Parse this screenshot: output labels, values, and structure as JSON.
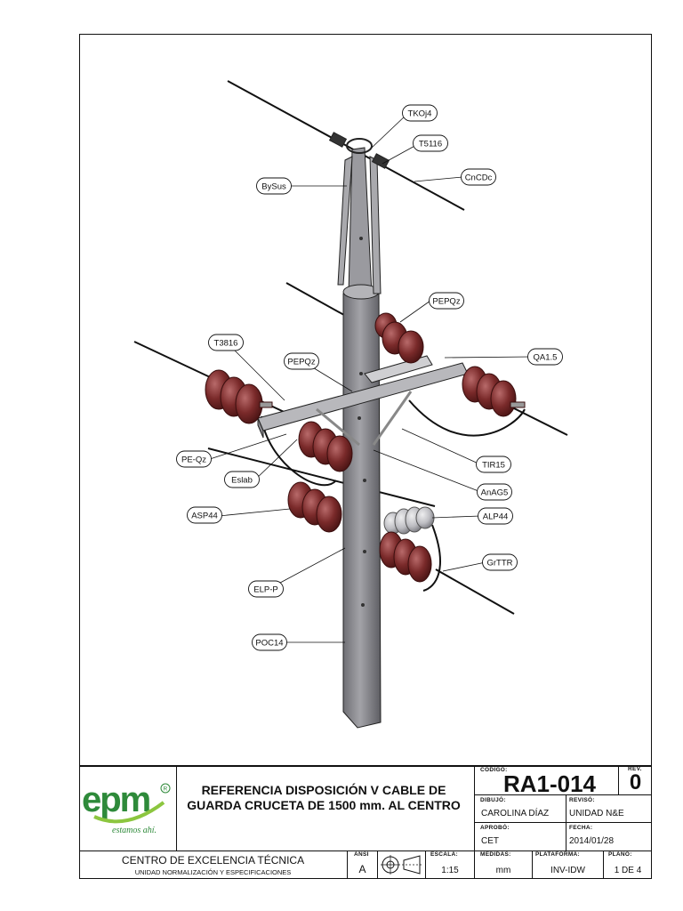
{
  "colors": {
    "insulator": "#7a2a2a",
    "insulator_hi": "#b05858",
    "polymer": "#c9c9cc",
    "pole": "#8e8e92",
    "steel": "#b8b8bc",
    "brand_green": "#2e8a3a"
  },
  "callouts": [
    {
      "id": "tkoj4",
      "text": "TKOj4"
    },
    {
      "id": "t5116",
      "text": "T5116"
    },
    {
      "id": "bysus",
      "text": "BySus"
    },
    {
      "id": "cncdc",
      "text": "CnCDc"
    },
    {
      "id": "pepqz1",
      "text": "PEPQz"
    },
    {
      "id": "t3816",
      "text": "T3816"
    },
    {
      "id": "pepqz2",
      "text": "PEPQz"
    },
    {
      "id": "qa15",
      "text": "QA1.5"
    },
    {
      "id": "peqz",
      "text": "PE-Qz"
    },
    {
      "id": "tir15",
      "text": "TIR15"
    },
    {
      "id": "eslab",
      "text": "Eslab"
    },
    {
      "id": "anag5",
      "text": "AnAG5"
    },
    {
      "id": "asp44",
      "text": "ASP44"
    },
    {
      "id": "alp44",
      "text": "ALP44"
    },
    {
      "id": "grttr",
      "text": "GrTTR"
    },
    {
      "id": "elpp",
      "text": "ELP-P"
    },
    {
      "id": "poc14",
      "text": "POC14"
    }
  ],
  "logo": {
    "icon": "epm-logo-icon",
    "brand": "epm",
    "registered": "R",
    "tagline": "estamos ahí."
  },
  "title_block": {
    "title": "REFERENCIA DISPOSICIÓN V CABLE DE GUARDA CRUCETA DE 1500 mm. AL CENTRO",
    "org_name": "CENTRO DE EXCELENCIA TÉCNICA",
    "org_unit": "UNIDAD NORMALIZACIÓN Y ESPECIFICACIONES",
    "codigo_label": "CÓDIGO:",
    "codigo": "RA1-014",
    "rev_label": "REV.",
    "rev": "0",
    "dibujo_label": "DIBUJÓ:",
    "dibujo": "CAROLINA DÍAZ",
    "reviso_label": "REVISÓ:",
    "reviso": "UNIDAD N&E",
    "aprobo_label": "APROBÓ:",
    "aprobo": "CET",
    "fecha_label": "FECHA:",
    "fecha": "2014/01/28",
    "ansi_label": "ANSI",
    "ansi": "A",
    "projection_icon": "third-angle-projection-icon",
    "escala_label": "ESCALA:",
    "escala": "1:15",
    "medidas_label": "MEDIDAS:",
    "medidas": "mm",
    "plataforma_label": "PLATAFORMA:",
    "plataforma": "INV-IDW",
    "plano_label": "PLANO:",
    "plano": "1 DE 4"
  }
}
